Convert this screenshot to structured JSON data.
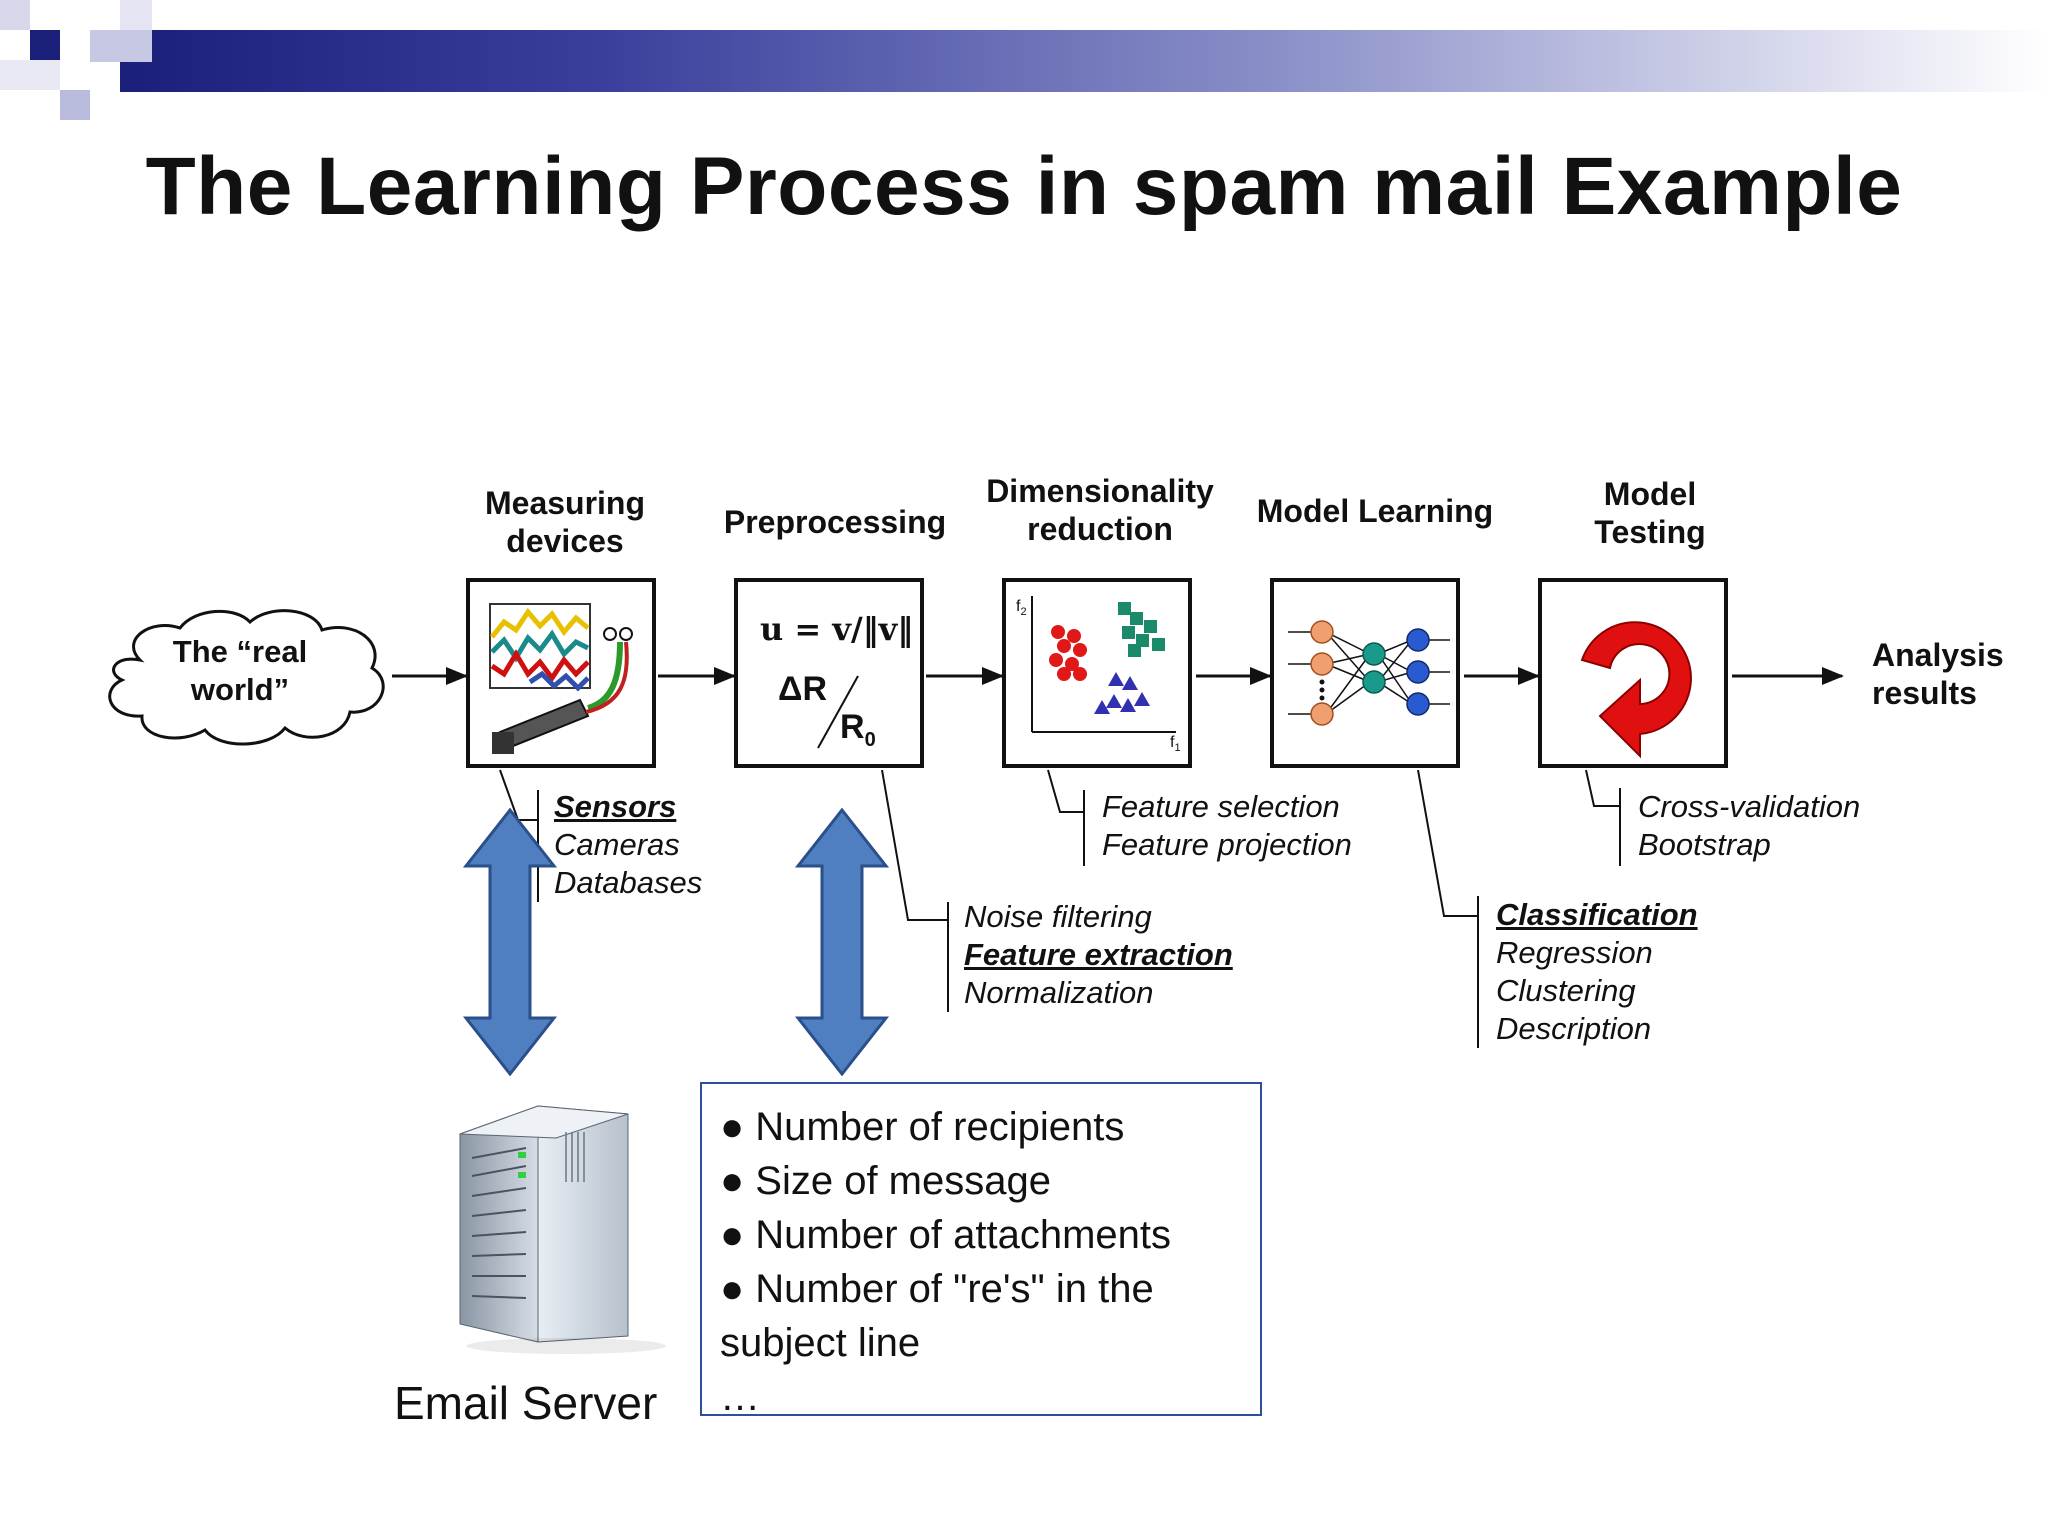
{
  "slide": {
    "title": "The Learning Process in spam mail Example"
  },
  "pipeline": {
    "source_label": "The “real world”",
    "stages": [
      {
        "label": "Measuring devices"
      },
      {
        "label": "Preprocessing"
      },
      {
        "label": "Dimensionality reduction"
      },
      {
        "label": "Model Learning"
      },
      {
        "label": "Model Testing"
      }
    ],
    "output_label": "Analysis results",
    "annotations": {
      "measuring": [
        "Sensors",
        "Cameras",
        "Databases"
      ],
      "preprocessing": [
        "Noise filtering",
        "Feature extraction",
        "Normalization"
      ],
      "dimensionality": [
        "Feature selection",
        "Feature projection"
      ],
      "learning": [
        "Classification",
        "Regression",
        "Clustering",
        "Description"
      ],
      "testing": [
        "Cross-validation",
        "Bootstrap"
      ]
    },
    "formula_vector": "u = v/‖v‖",
    "formula_ratio_top": "ΔR",
    "formula_ratio_bottom": "R",
    "formula_ratio_sub": "0",
    "axis_f1": "f",
    "axis_f2": "f"
  },
  "email_server": {
    "caption": "Email Server"
  },
  "features_box": {
    "items": [
      "● Number of recipients",
      "● Size of message",
      "● Number of attachments",
      "● Number of \"re's\" in the",
      "subject line",
      "…"
    ]
  },
  "colors": {
    "header_dark": "#1a1f7a",
    "arrow_blue": "#4f7fc0",
    "box_border": "#2e4fa0",
    "testing_red": "#e01010"
  }
}
